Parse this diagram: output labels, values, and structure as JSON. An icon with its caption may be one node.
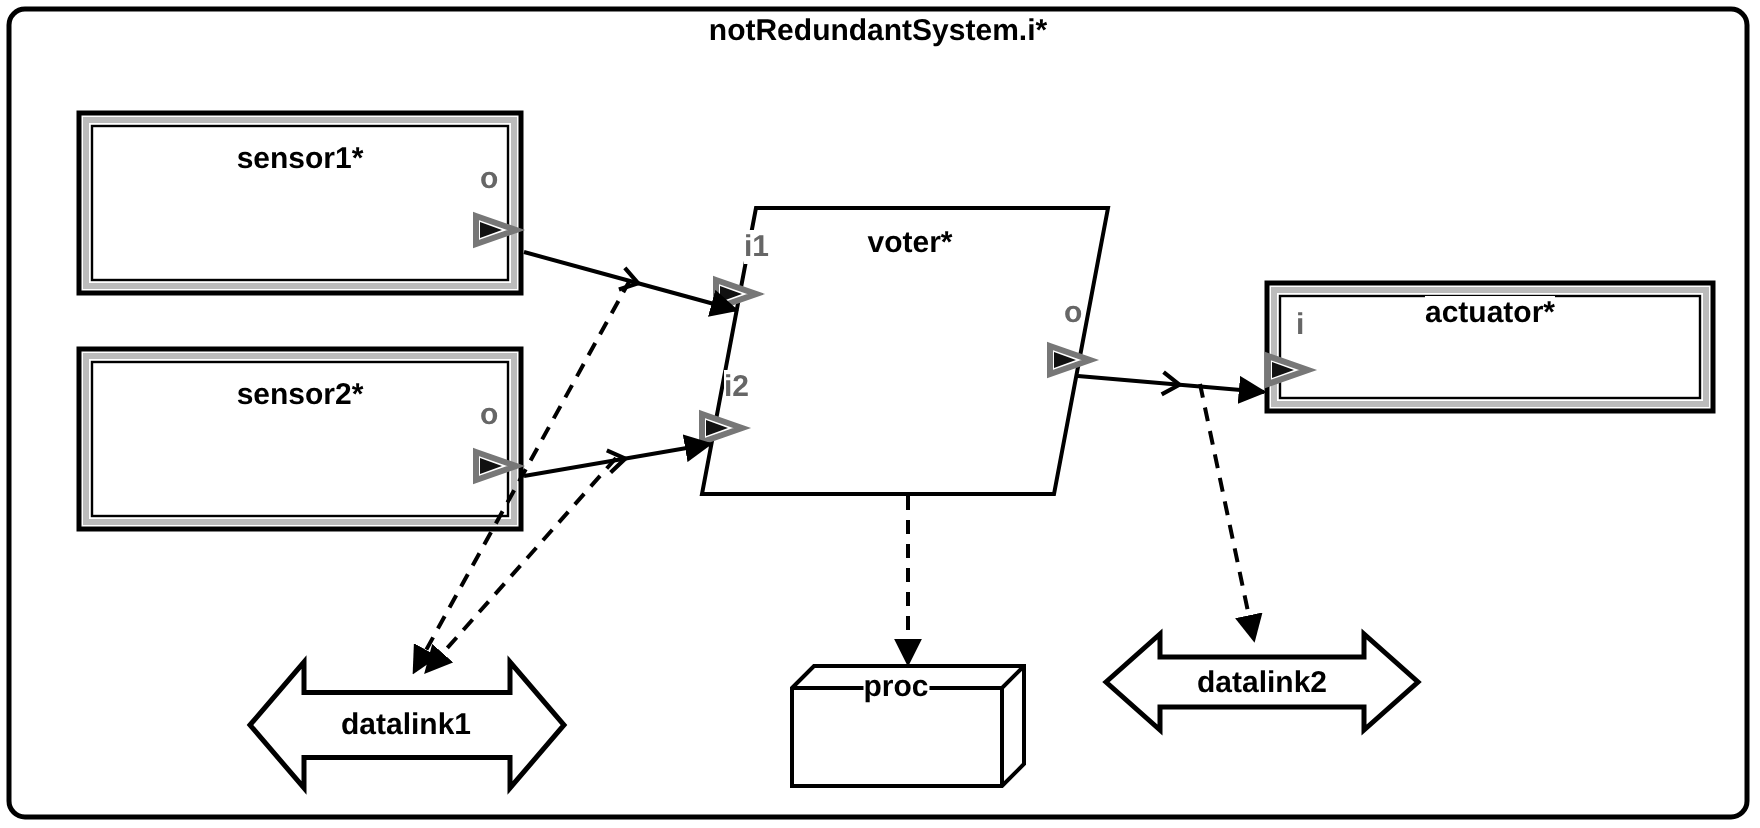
{
  "diagram": {
    "nodes": [
      {
        "text": [
          "notRedundantSystem.i*"
        ]
      },
      {
        "text": [
          "sensor1*",
          "o"
        ],
        "in": 0
      },
      {
        "text": [
          "sensor2*",
          "o"
        ],
        "in": 0
      },
      {
        "text": [
          "voter*",
          "i1",
          "i2",
          "o"
        ],
        "in": 0
      },
      {
        "text": [
          "actuator*",
          "i"
        ],
        "in": 0
      },
      {
        "text": [
          "datalink1"
        ],
        "in": 0
      },
      {
        "text": [
          "proc"
        ],
        "in": 0
      },
      {
        "text": [
          "datalink2"
        ],
        "in": 0
      }
    ],
    "edges": [
      {
        "from": 1,
        "to": 3,
        "arrow": "to"
      },
      {
        "from": 2,
        "to": 3,
        "arrow": "to"
      },
      {
        "from": 3,
        "to": 4,
        "arrow": "to"
      },
      {
        "from": null,
        "to": 5,
        "arrow": "to",
        "style": "dashed"
      },
      {
        "from": null,
        "to": 5,
        "arrow": "to",
        "style": "dashed"
      },
      {
        "from": 3,
        "to": 6,
        "arrow": "to",
        "style": "dashed"
      },
      {
        "from": null,
        "to": 7,
        "arrow": "to",
        "style": "dashed"
      }
    ]
  }
}
